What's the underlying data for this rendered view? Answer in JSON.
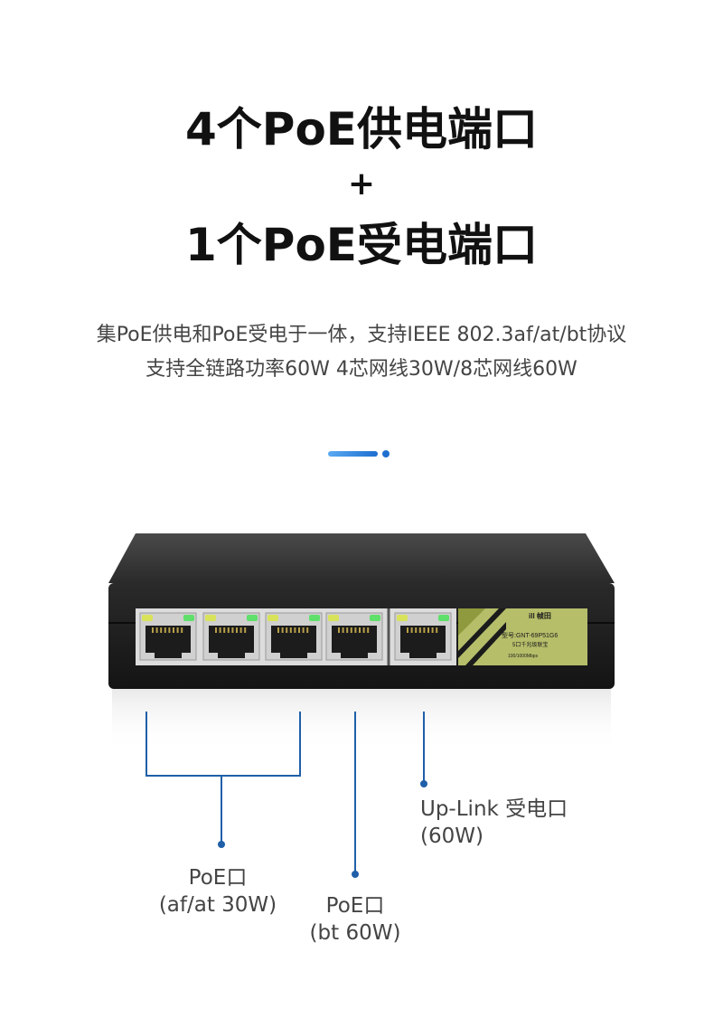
{
  "headline": {
    "line1": "4个PoE供电端口",
    "plus": "+",
    "line2": "1个PoE受电端口"
  },
  "subtitle": {
    "line1": "集PoE供电和PoE受电于一体，支持IEEE 802.3af/at/bt协议",
    "line2": "支持全链路功率60W 4芯网线30W/8芯网线60W"
  },
  "device": {
    "brand": "ill 帧田",
    "model": "型号:GNT-69P51G6",
    "desc": "5口千兆级联宝",
    "speed": "100/1000Mbps"
  },
  "callouts": [
    {
      "line1": "PoE口",
      "line2": "(af/at 30W)"
    },
    {
      "line1": "PoE口",
      "line2": "(bt 60W)"
    },
    {
      "line1": "Up-Link 受电口",
      "line2": "(60W)"
    }
  ],
  "colors": {
    "accent": "#1e6fd0",
    "line": "#1f5fa8",
    "label_panel": "#b6be6a",
    "led_green": "#5fe06a",
    "led_yellow": "#d9e35a"
  }
}
